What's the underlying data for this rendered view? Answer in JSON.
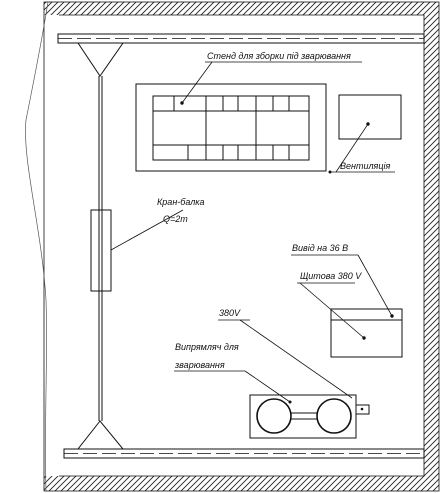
{
  "labels": {
    "assembly_stand": "Стенд для зборки під зварювання",
    "ventilation": "Вентиляція",
    "crane_beam": "Кран-балка",
    "crane_capacity": "Q=2т",
    "outlet_36v": "Вивід на 36 В",
    "panel_380v": "Щитова 380 V",
    "supply_380v": "380V",
    "rectifier_line1": "Випрямляч для",
    "rectifier_line2": "зварювання"
  }
}
